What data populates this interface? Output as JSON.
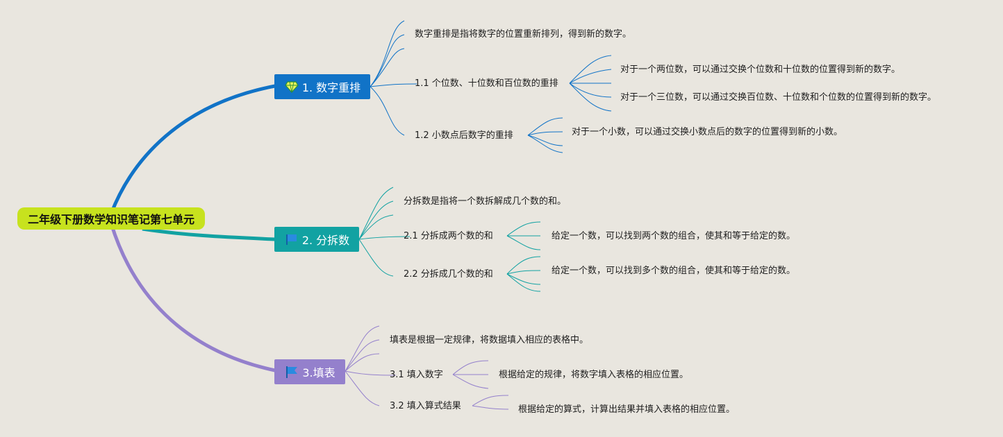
{
  "root": {
    "label": "二年级下册数学知识笔记第七单元"
  },
  "colors": {
    "background": "#e9e6df",
    "root": "#c7e21e",
    "branch1": "#1173c7",
    "branch2": "#12a2a2",
    "branch3": "#9480cc"
  },
  "branches": [
    {
      "label": "1. 数字重排",
      "icon": "diamond-icon",
      "definition": "数字重排是指将数字的位置重新排列，得到新的数字。",
      "subs": [
        {
          "label": "1.1 个位数、十位数和百位数的重排",
          "details": [
            "对于一个两位数，可以通过交换个位数和十位数的位置得到新的数字。",
            "对于一个三位数，可以通过交换百位数、十位数和个位数的位置得到新的数字。"
          ]
        },
        {
          "label": "1.2 小数点后数字的重排",
          "details": [
            "对于一个小数，可以通过交换小数点后的数字的位置得到新的小数。"
          ]
        }
      ]
    },
    {
      "label": "2. 分拆数",
      "icon": "flag-icon",
      "definition": "分拆数是指将一个数拆解成几个数的和。",
      "subs": [
        {
          "label": "2.1 分拆成两个数的和",
          "details": [
            "给定一个数，可以找到两个数的组合，使其和等于给定的数。"
          ]
        },
        {
          "label": "2.2 分拆成几个数的和",
          "details": [
            "给定一个数，可以找到多个数的组合，使其和等于给定的数。"
          ]
        }
      ]
    },
    {
      "label": "3.填表",
      "icon": "flag-icon",
      "definition": "填表是根据一定规律，将数据填入相应的表格中。",
      "subs": [
        {
          "label": "3.1 填入数字",
          "details": [
            "根据给定的规律，将数字填入表格的相应位置。"
          ]
        },
        {
          "label": "3.2 填入算式结果",
          "details": [
            "根据给定的算式，计算出结果并填入表格的相应位置。"
          ]
        }
      ]
    }
  ]
}
